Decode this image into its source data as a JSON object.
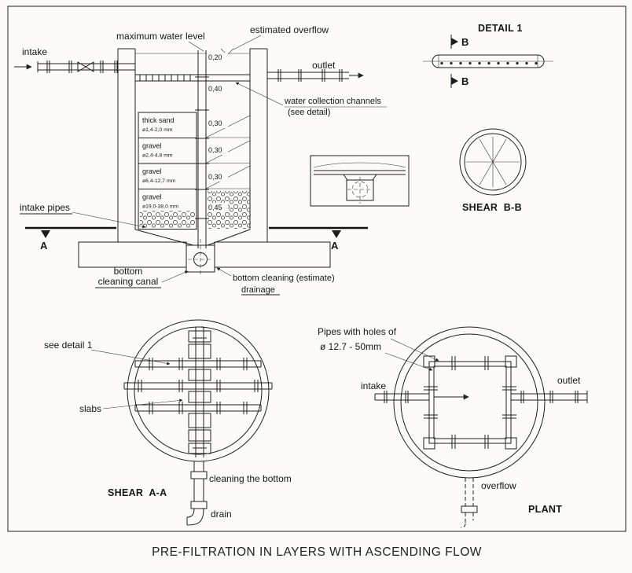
{
  "page": {
    "title": "PRE-FILTRATION IN LAYERS WITH ASCENDING FLOW"
  },
  "section": {
    "labels": {
      "intake": "intake",
      "max_water_level": "maximum water level",
      "estimated_overflow": "estimated overflow",
      "outlet": "outlet",
      "water_collection_line1": "water collection channels",
      "water_collection_line2": "(see detail)",
      "intake_pipes": "intake pipes",
      "marker_a": "A",
      "bottom_canal_line1": "bottom",
      "bottom_canal_line2": "cleaning canal",
      "bottom_cleaning_line1": "bottom cleaning (estimate)",
      "bottom_cleaning_line2": "drainage"
    },
    "dims": [
      "0,20",
      "0,40",
      "0,30",
      "0,30",
      "0,30",
      "0,45"
    ],
    "layers": [
      {
        "name": "thick sand",
        "size": "ø1,4-2,0 mm"
      },
      {
        "name": "gravel",
        "size": "ø2,4-4,8 mm"
      },
      {
        "name": "gravel",
        "size": "ø6,4-12,7 mm"
      },
      {
        "name": "gravel",
        "size": "ø19,0-38,0 mm"
      }
    ]
  },
  "detail1": {
    "title": "DETAIL 1",
    "marker_b": "B"
  },
  "shear_bb": {
    "title": "SHEAR  B-B"
  },
  "shear_aa": {
    "title": "SHEAR  A-A",
    "labels": {
      "see_detail": "see detail 1",
      "slabs": "slabs",
      "cleaning_bottom": "cleaning the bottom",
      "drain": "drain"
    }
  },
  "plant": {
    "title": "PLANT",
    "labels": {
      "pipes_line1": "Pipes with holes of",
      "pipes_line2": "ø 12.7 - 50mm",
      "intake": "intake",
      "outlet": "outlet",
      "overflow": "overflow"
    }
  }
}
